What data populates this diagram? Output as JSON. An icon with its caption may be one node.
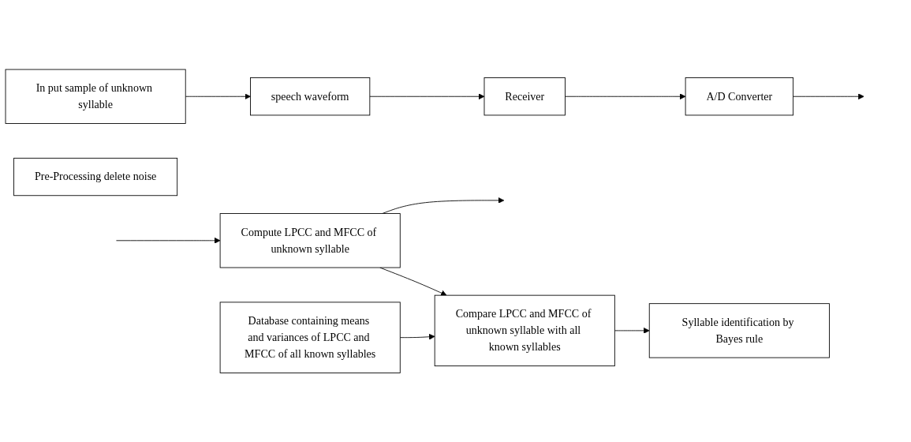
{
  "diagram": {
    "nodes": [
      {
        "text": [
          "In put sample of unknown syllable"
        ]
      },
      {
        "text": [
          "speech waveform"
        ]
      },
      {
        "text": [
          "Receiver"
        ]
      },
      {
        "text": [
          "A/D Converter"
        ]
      },
      {
        "text": [
          "Compute LPCC and MFCC of unknown syllable"
        ]
      },
      {
        "text": [
          "Pre-Processing delete noise"
        ]
      },
      {
        "text": [
          "Database containing means and variances of LPCC and MFCC of all known syllables"
        ]
      },
      {
        "text": [
          "Compare LPCC and MFCC of unknown syllable with all known syllables"
        ]
      },
      {
        "text": [
          "Syllable identification by Bayes rule"
        ]
      }
    ],
    "edges": [
      {
        "from": 0,
        "to": 1,
        "arrow": "to"
      },
      {
        "from": 1,
        "to": 2,
        "arrow": "to"
      },
      {
        "from": 2,
        "to": 3,
        "arrow": "to"
      },
      {
        "from": 3,
        "to": null,
        "arrow": "to"
      },
      {
        "from": null,
        "to": 4,
        "arrow": "to"
      },
      {
        "from": 4,
        "to": null,
        "arrow": "to"
      },
      {
        "from": 4,
        "to": 7,
        "arrow": "to"
      },
      {
        "from": 6,
        "to": 7,
        "arrow": "to"
      },
      {
        "from": 7,
        "to": 8,
        "arrow": "to"
      }
    ]
  }
}
